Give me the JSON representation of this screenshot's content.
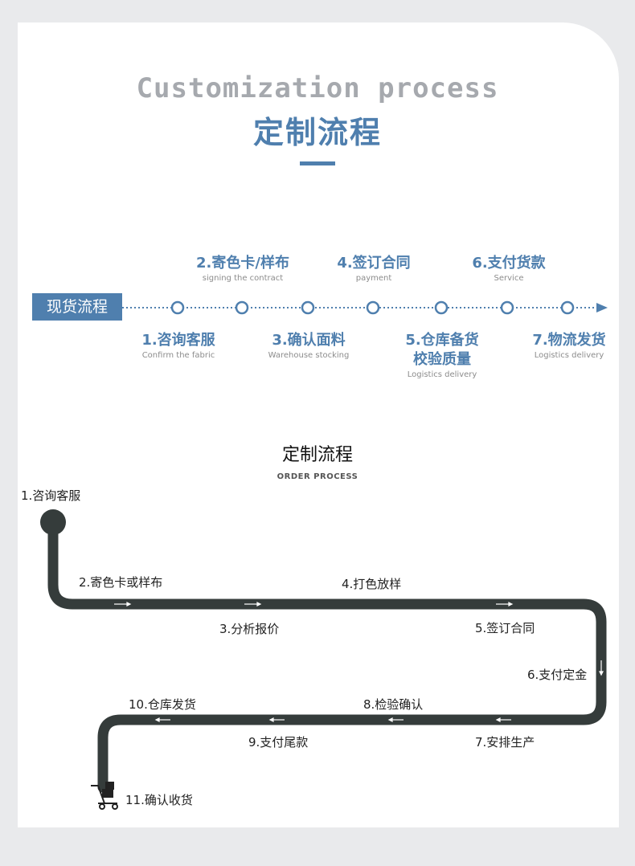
{
  "header": {
    "title_en": "Customization process",
    "title_cn": "定制流程"
  },
  "timeline": {
    "start_label": "现货流程",
    "top_steps": [
      {
        "cn": "2.寄色卡/样布",
        "en": "signing the contract"
      },
      {
        "cn": "4.签订合同",
        "en": "payment"
      },
      {
        "cn": "6.支付货款",
        "en": "Service"
      }
    ],
    "bottom_steps": [
      {
        "cn": "1.咨询客服",
        "en": "Confirm the fabric"
      },
      {
        "cn": "3.确认面料",
        "en": "Warehouse stocking"
      },
      {
        "cn": "5.仓库备货",
        "cn2": "校验质量",
        "en": "Logistics delivery"
      },
      {
        "cn": "7.物流发货",
        "en": "Logistics delivery"
      }
    ]
  },
  "order_process": {
    "title": "定制流程",
    "subtitle": "ORDER PROCESS",
    "steps": [
      "1.咨询客服",
      "2.寄色卡或样布",
      "3.分析报价",
      "4.打色放样",
      "5.签订合同",
      "6.支付定金",
      "7.安排生产",
      "8.检验确认",
      "9.支付尾款",
      "10.仓库发货",
      "11.确认收货"
    ]
  },
  "colors": {
    "accent": "#4f7fae",
    "track": "#353c3b",
    "muted": "#a6a9ae"
  }
}
